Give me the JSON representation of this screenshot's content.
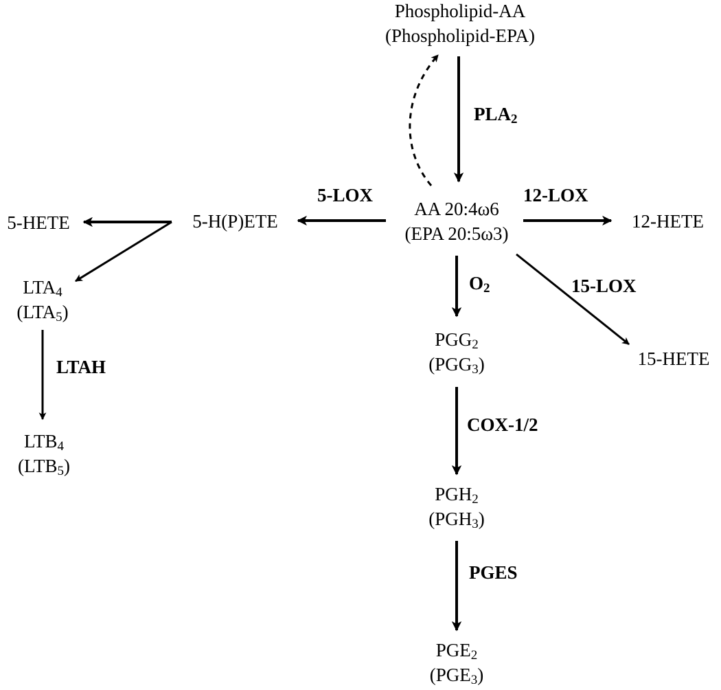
{
  "nodes": {
    "phospholipid": {
      "line1": "Phospholipid-AA",
      "line2": "(Phospholipid-EPA)"
    },
    "aa": {
      "line1": "AA 20:4ω6",
      "line2": "(EPA 20:5ω3)"
    },
    "hpete5": {
      "line1": "5-H(P)ETE"
    },
    "hete5": {
      "line1": "5-HETE"
    },
    "hete12": {
      "line1": "12-HETE"
    },
    "hete15": {
      "line1": "15-HETE"
    },
    "lta": {
      "base1": "LTA",
      "sub1": "4",
      "pre2": "(LTA",
      "sub2": "5",
      "post2": ")"
    },
    "ltb": {
      "base1": "LTB",
      "sub1": "4",
      "pre2": "(LTB",
      "sub2": "5",
      "post2": ")"
    },
    "pgg": {
      "base1": "PGG",
      "sub1": "2",
      "pre2": "(PGG",
      "sub2": "3",
      "post2": ")"
    },
    "pgh": {
      "base1": "PGH",
      "sub1": "2",
      "pre2": "(PGH",
      "sub2": "3",
      "post2": ")"
    },
    "pge": {
      "base1": "PGE",
      "sub1": "2",
      "pre2": "(PGE",
      "sub2": "3",
      "post2": ")"
    }
  },
  "enzymes": {
    "pla2": {
      "base": "PLA",
      "sub": "2"
    },
    "lox5": "5-LOX",
    "lox12": "12-LOX",
    "lox15": "15-LOX",
    "ltah": "LTAH",
    "o2": {
      "base": "O",
      "sub": "2"
    },
    "cox": "COX-1/2",
    "pges": "PGES"
  },
  "colors": {
    "ink": "#000000",
    "background": "#ffffff"
  }
}
